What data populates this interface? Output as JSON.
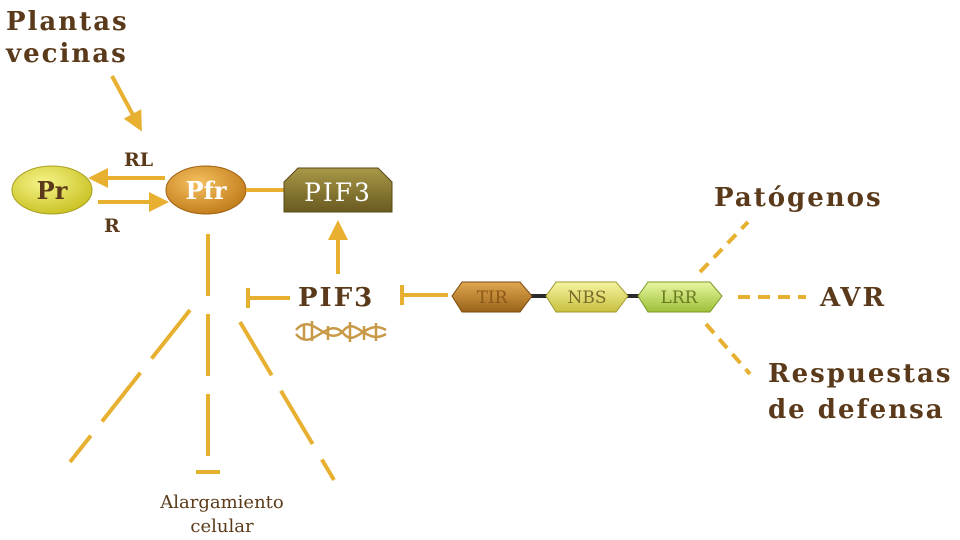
{
  "labels": {
    "plantas": "Plantas",
    "vecinas": "vecinas",
    "rl": "RL",
    "r": "R",
    "pr": "Pr",
    "pfr": "Pfr",
    "pif3_box": "PIF3",
    "pif3": "PIF3",
    "tir": "TIR",
    "nbs": "NBS",
    "lrr": "LRR",
    "patogenos": "Patógenos",
    "avr": "AVR",
    "respuestas": "Respuestas",
    "de_defensa": "de defensa",
    "alargamiento": "Alargamiento",
    "celular": "celular"
  },
  "colors": {
    "arrow": "#e8b030",
    "text": "#5a3a1a",
    "pr_fill": "#e8e040",
    "pfr_fill": "#e8a030",
    "pif3_box": "#8a7a30",
    "tir_fill": "#c88a30",
    "nbs_fill": "#e0e070",
    "lrr_fill": "#c8e070"
  }
}
